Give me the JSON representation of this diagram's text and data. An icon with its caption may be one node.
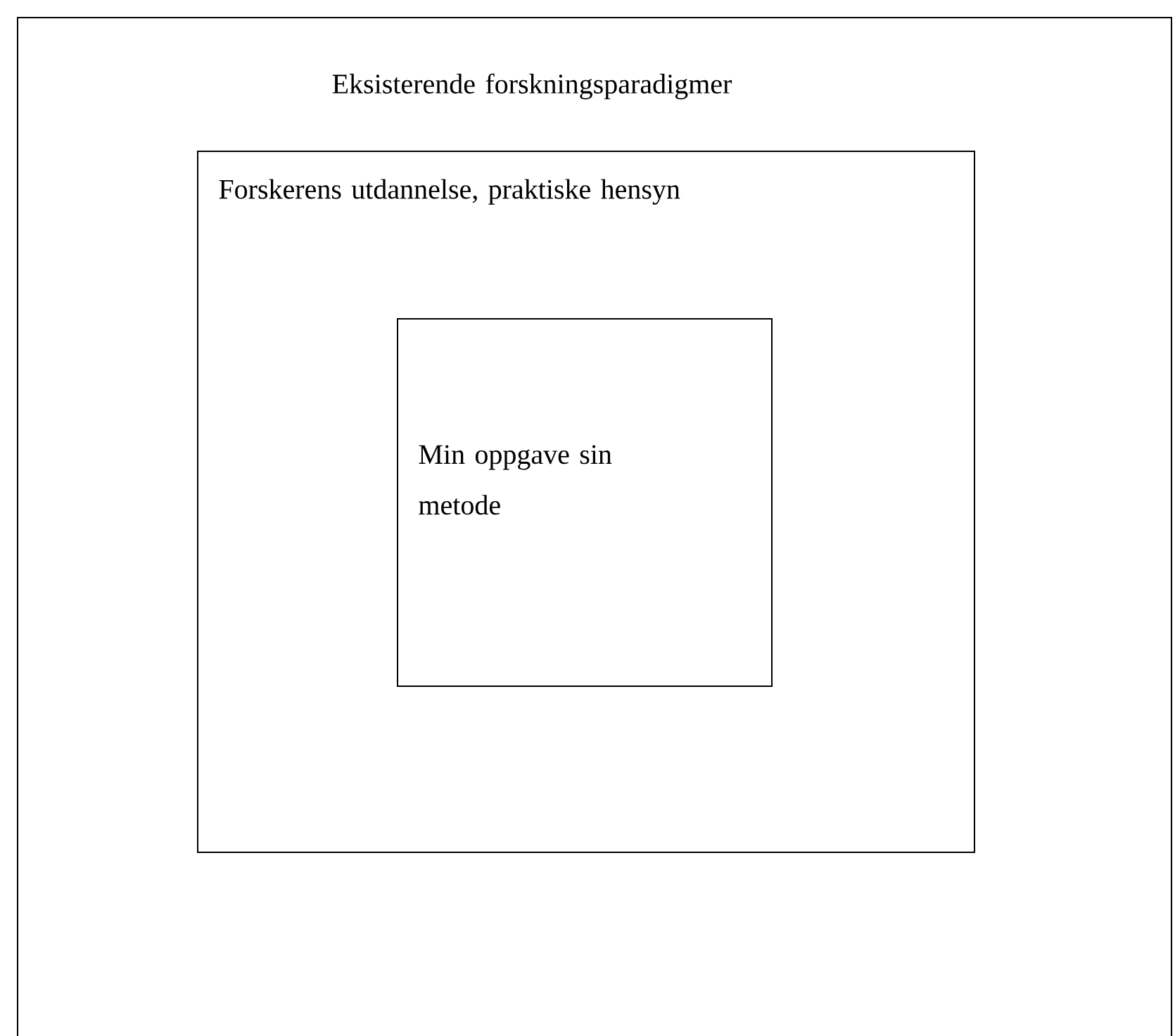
{
  "diagram": {
    "nodes": [
      {
        "text": [
          "Eksisterende forskningsparadigmer"
        ]
      },
      {
        "text": [
          "Forskerens utdannelse, praktiske hensyn"
        ],
        "in": 0
      },
      {
        "text": [
          "Min oppgave sin metode"
        ],
        "in": 1
      }
    ]
  }
}
